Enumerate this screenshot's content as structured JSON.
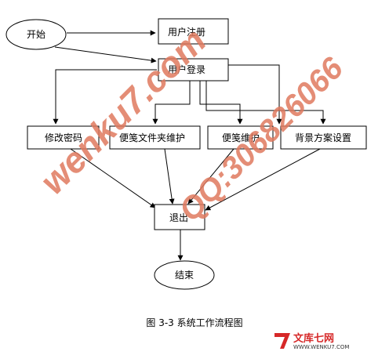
{
  "nodes": {
    "start": "开始",
    "register": "用户注册",
    "login": "用户登录",
    "change_password": "修改密码",
    "file_maintain": "便笺文件夹维护",
    "note_maintain": "便笺维护",
    "scheme_settings": "背景方案设置",
    "exit": "退出",
    "end": "结束"
  },
  "caption": "图 3-3 系统工作流程图",
  "watermarks": [
    "wenku7.com",
    "QQ:306826066"
  ],
  "logo": {
    "name": "文库七网",
    "text": "文库七网",
    "url_text": "WWW.WENKU7.COM",
    "brand_color": "#d62828"
  }
}
